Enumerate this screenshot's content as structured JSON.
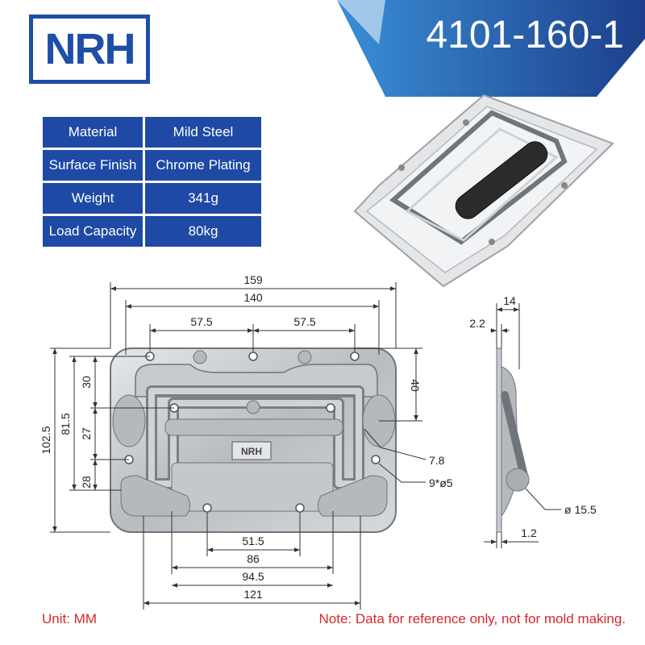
{
  "brand": {
    "logo_text": "NRH"
  },
  "model": "4101-160-1",
  "specs": [
    {
      "key": "Material",
      "value": "Mild Steel"
    },
    {
      "key": "Surface Finish",
      "value": "Chrome Plating"
    },
    {
      "key": "Weight",
      "value": "341g"
    },
    {
      "key": "Load Capacity",
      "value": "80kg"
    }
  ],
  "plate_marking": "NRH",
  "dimensions": {
    "overall_width": "159",
    "hole_span_outer": "140",
    "hole_pitch_left": "57.5",
    "hole_pitch_right": "57.5",
    "overall_height": "102.5",
    "height_inner": "81.5",
    "vertical_30": "30",
    "vertical_27": "27",
    "vertical_28": "28",
    "right_40": "40",
    "hole_7_8": "7.8",
    "holes": "9*ø5",
    "bottom_51_5": "51.5",
    "bottom_86": "86",
    "bottom_94_5": "94.5",
    "bottom_121": "121",
    "side_depth": "14",
    "side_thickness": "2.2",
    "side_bottom": "1.2",
    "side_diameter": "ø 15.5"
  },
  "footer": {
    "unit": "Unit: MM",
    "note": "Note: Data for reference only, not for mold making."
  },
  "colors": {
    "brand_blue": "#1f4ea8",
    "note_red": "#d9262b"
  }
}
